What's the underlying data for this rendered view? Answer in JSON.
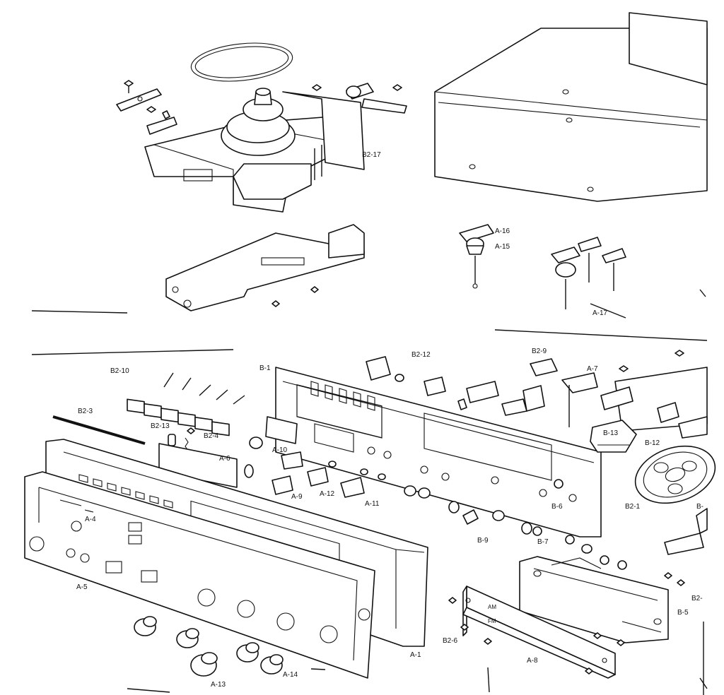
{
  "labels": {
    "b2_17": "B2-17",
    "a_16": "A-16",
    "a_15": "A-15",
    "a_17": "A-17",
    "b_1": "B-1",
    "b2_12": "B2-12",
    "b2_9": "B2-9",
    "a_7": "A-7",
    "b2_10": "B2-10",
    "b2_3": "B2-3",
    "b2_13": "B2-13",
    "b2_4": "B2-4",
    "a_6": "A-6",
    "a_10": "A-10",
    "b_13": "B-13",
    "b_12": "B-12",
    "a_9": "A-9",
    "a_12": "A-12",
    "a_11": "A-11",
    "b_6": "B-6",
    "b2_1": "B2-1",
    "a_4": "A-4",
    "b_9": "B-9",
    "b_7": "B-7",
    "a_5": "A-5",
    "b2_6": "B2-6",
    "a_8": "A-8",
    "a_1": "A-1",
    "a_13": "A-13",
    "a_14": "A-14",
    "b_5": "B-5",
    "b2_edge": "B2-",
    "b_edge": "B-"
  },
  "plate_text": {
    "am": "AM",
    "fm": "FM"
  }
}
